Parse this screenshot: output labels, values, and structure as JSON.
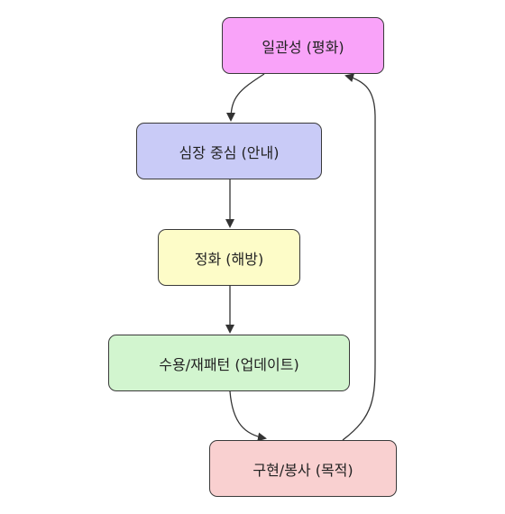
{
  "nodes": [
    {
      "id": "coherence",
      "label": "일관성 (평화)",
      "fill": "#f9a3f9"
    },
    {
      "id": "heart-center",
      "label": "심장 중심 (안내)",
      "fill": "#c9cbf7"
    },
    {
      "id": "purification",
      "label": "정화 (해방)",
      "fill": "#fdfcc8"
    },
    {
      "id": "acceptance",
      "label": "수용/재패턴 (업데이트)",
      "fill": "#d2f5cf"
    },
    {
      "id": "embodiment",
      "label": "구현/봉사 (목적)",
      "fill": "#f9d0d0"
    }
  ],
  "edges": [
    {
      "from": "coherence",
      "to": "heart-center"
    },
    {
      "from": "heart-center",
      "to": "purification"
    },
    {
      "from": "purification",
      "to": "acceptance"
    },
    {
      "from": "acceptance",
      "to": "embodiment"
    },
    {
      "from": "embodiment",
      "to": "coherence"
    }
  ],
  "colors": {
    "edge": "#333333",
    "border": "#3a3a3a",
    "text": "#222222"
  }
}
